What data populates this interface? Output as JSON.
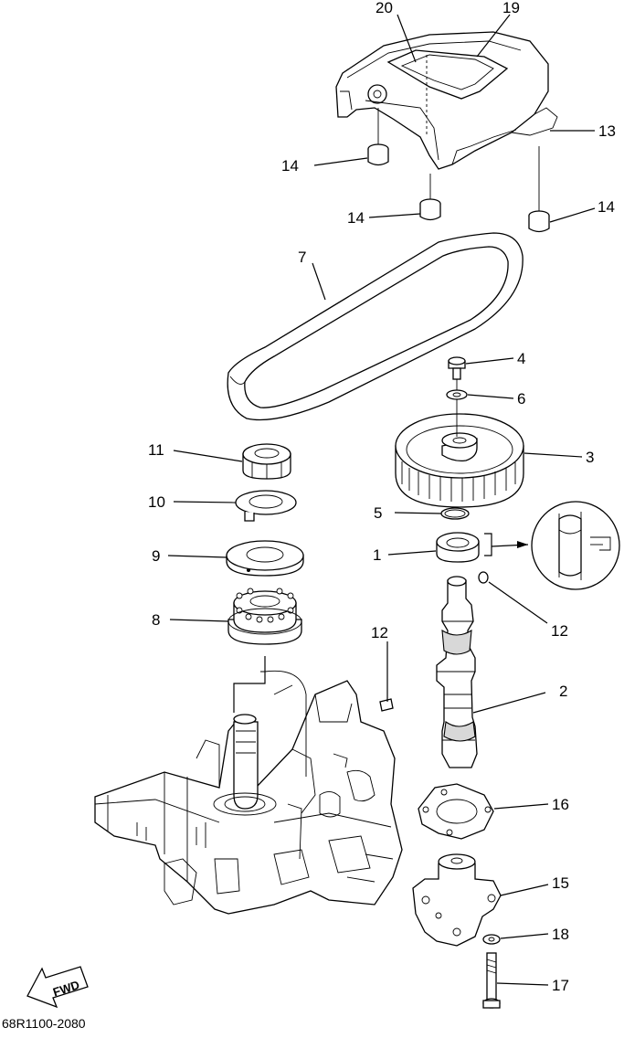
{
  "diagram": {
    "callouts": {
      "c1": "1",
      "c2": "2",
      "c3": "3",
      "c4": "4",
      "c5": "5",
      "c6": "6",
      "c7": "7",
      "c8": "8",
      "c9": "9",
      "c10": "10",
      "c11": "11",
      "c12a": "12",
      "c12b": "12",
      "c13": "13",
      "c14a": "14",
      "c14b": "14",
      "c14c": "14",
      "c15": "15",
      "c16": "16",
      "c17": "17",
      "c18": "18",
      "c19": "19",
      "c20": "20"
    },
    "fwd_label": "FWD",
    "drawing_code": "68R1100-2080"
  }
}
